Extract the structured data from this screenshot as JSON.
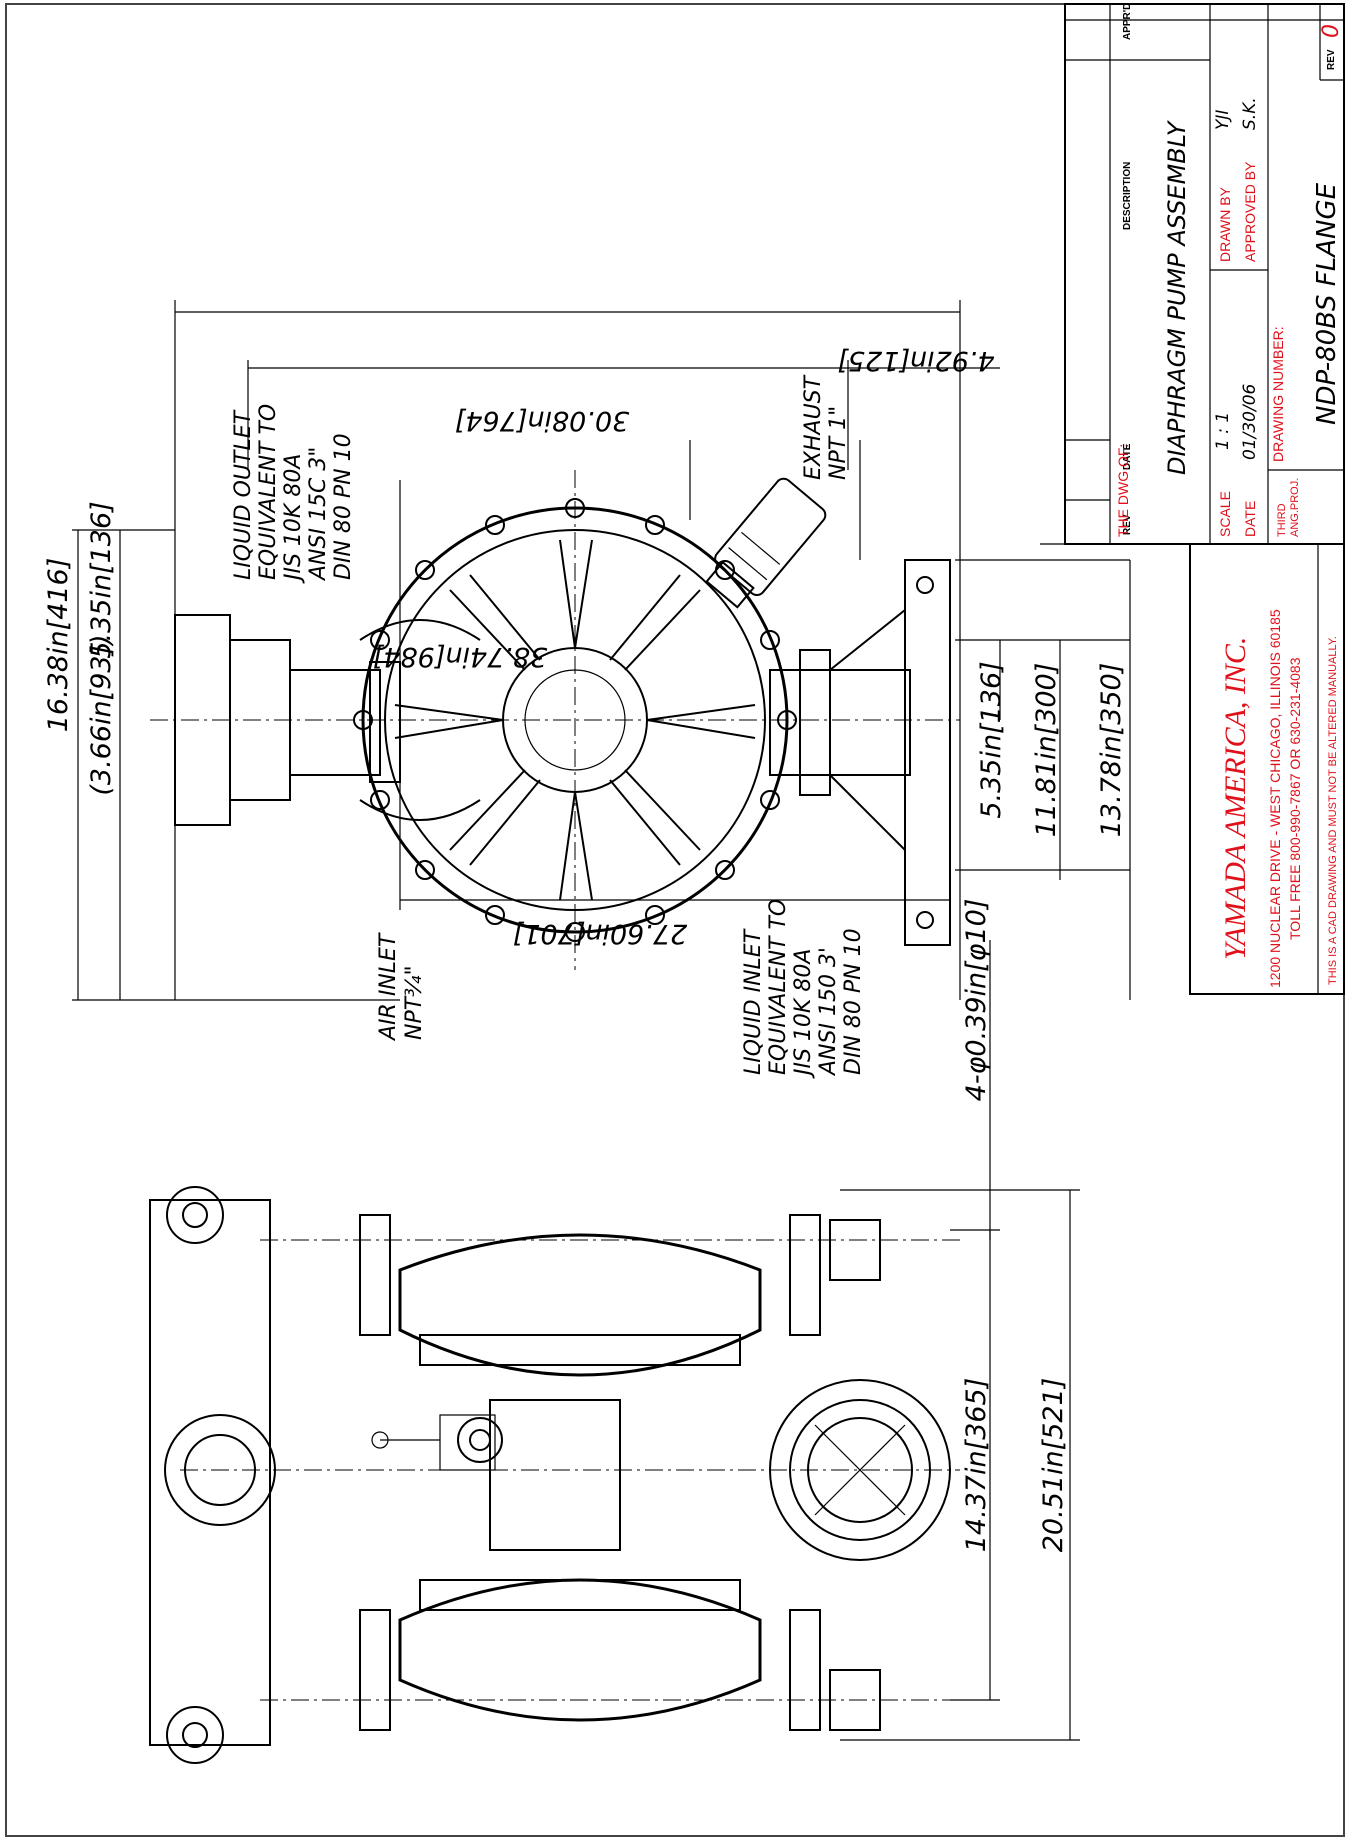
{
  "dimensions": {
    "overall_height": "38.74in[984]",
    "outlet_height": "30.08in[764]",
    "base_offset": "4.92in[125]",
    "inlet_offset": "27.60in[701]",
    "top_width": "16.38in[416]",
    "outlet_offset": "5.35in[136]",
    "left_offset": "(3.66in[93])",
    "foot_center": "5.35in[136]",
    "foot_inner": "11.81in[300]",
    "foot_outer": "13.78in[350]",
    "mount_holes": "4-φ0.39in[φ10]",
    "bolt_spacing": "14.37in[365]",
    "overall_width": "20.51in[521]"
  },
  "notes": {
    "liquid_outlet": [
      "LIQUID OUTLET",
      "EQUIVALENT TO",
      "JIS 10K 80A",
      "ANSI 15C 3\"",
      "DIN 80 PN 10"
    ],
    "exhaust": [
      "EXHAUST",
      "NPT 1\""
    ],
    "air_inlet": [
      "AIR INLET",
      "NPT¾\""
    ],
    "liquid_inlet": [
      "LIQUID INLET",
      "EQUIVALENT TO",
      "JIS 10K 80A",
      "ANSI 150 3'",
      "DIN 80 PN 10"
    ]
  },
  "title_block": {
    "rev_header": "REV",
    "date_header": "DATE",
    "description_header": "DESCRIPTION",
    "apprd_header": "APPR'D",
    "dwg_of_label": "THE DWG.OF:",
    "title": "DIAPHRAGM PUMP ASSEMBLY",
    "scale_label": "SCALE",
    "scale_value": "1 : 1",
    "date_label": "DATE",
    "date_value": "01/30/06",
    "drawn_by_label": "DRAWN BY",
    "drawn_by_value": "YJI",
    "approved_by_label": "APPROVED BY",
    "approved_by_value": "S.K.",
    "projection_line1": "THIRD",
    "projection_line2": "ANG.PROJ.",
    "drawing_number_label": "DRAWING NUMBER:",
    "drawing_number": "NDP-80BS FLANGE",
    "rev_label": "REV",
    "rev_value": "0"
  },
  "company": {
    "name": "YAMADA AMERICA, INC.",
    "address": "1200 NUCLEAR DRIVE - WEST CHICAGO, ILLINOIS 60185",
    "phone": "TOLL FREE 800-990-7867 OR 630-231-4083",
    "notice": "THIS IS A CAD DRAWING AND MUST NOT BE ALTERED MANUALLY."
  }
}
